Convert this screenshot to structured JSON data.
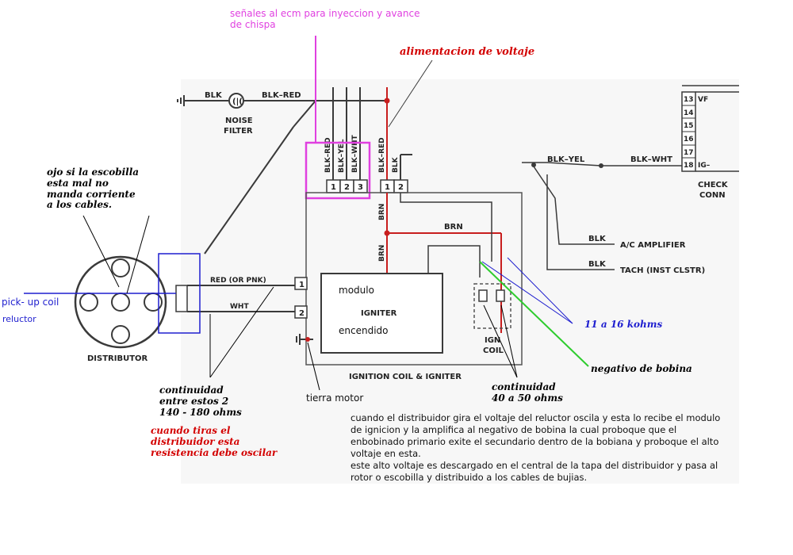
{
  "colors": {
    "wire": "#3a3a3a",
    "wire_red": "#c81e1e",
    "annotation_red": "#d30000",
    "annotation_magenta": "#e040e0",
    "annotation_blue": "#1f1fcf",
    "annotation_green": "#2ecc2e",
    "annotation_black": "#000000"
  },
  "wire_labels": {
    "blk_top": "BLK",
    "blk_red_top": "BLK–RED",
    "blk_red_1": "BLK–RED",
    "blk_yel_1": "BLK–YEL",
    "blk_wht_1": "BLK–WHT",
    "blk_red_2": "BLK–RED",
    "blk_2": "BLK",
    "blk_yel_right": "BLK–YEL",
    "blk_wht_right": "BLK–WHT",
    "brn_vert_1": "BRN",
    "brn_vert_2": "BRN",
    "brn_horiz": "BRN",
    "red_or_pnk": "RED (OR PNK)",
    "wht": "WHT",
    "blk_ac": "BLK",
    "blk_tach": "BLK"
  },
  "components": {
    "noise_filter_line1": "NOISE",
    "noise_filter_line2": "FILTER",
    "igniter": "IGNITER",
    "ign_coil_line1": "IGN",
    "ign_coil_line2": "COIL",
    "ignition_coil_igniter": "IGNITION COIL & IGNITER",
    "distributor": "DISTRIBUTOR",
    "ac_amplifier": "A/C AMPLIFIER",
    "tach": "TACH (INST CLSTR)",
    "check_conn_line1": "CHECK",
    "check_conn_line2": "CONN"
  },
  "connector_pins": [
    "1",
    "2",
    "3"
  ],
  "coil_pins": [
    "1",
    "2"
  ],
  "igniter_pins": [
    "1",
    "2"
  ],
  "check_conn": {
    "rows": [
      {
        "num": "13",
        "label": "VF"
      },
      {
        "num": "14",
        "label": ""
      },
      {
        "num": "15",
        "label": ""
      },
      {
        "num": "16",
        "label": ""
      },
      {
        "num": "17",
        "label": ""
      },
      {
        "num": "18",
        "label": "IG–"
      }
    ]
  },
  "annotations": {
    "senales_ecm": "señales al ecm para inyeccion y avance\nde chispa",
    "alimentacion_voltaje": "alimentacion de voltaje",
    "ojo_escobilla": "ojo si la escobilla\nesta mal no\nmanda corriente\na los cables.",
    "pick_up_coil": "pick- up coil",
    "reluctor": "reluctor",
    "modulo": "modulo",
    "encendido": "encendido",
    "tierra_motor": "tierra motor",
    "kohms": "11 a 16 kohms",
    "negativo_bobina": "negativo de bobina",
    "continuidad_pickup": "continuidad\nentre estos 2\n140 - 180 ohms",
    "cuando_tiras": "cuando tiras el\ndistribuidor esta\nresistencia debe oscilar",
    "continuidad_coil": "continuidad\n40 a 50 ohms",
    "explanation_1": "cuando el distribuidor gira el voltaje del reluctor oscila y esta lo recibe el modulo de ignicion y la amplifica al negativo de bobina la cual proboque que el enbobinado primario exite el secundario dentro de la bobiana y proboque el alto voltaje en esta.",
    "explanation_2": "este alto voltaje es descargado en el central de la tapa del distribuidor y pasa al rotor o escobilla y distribuido a los cables de bujias."
  }
}
